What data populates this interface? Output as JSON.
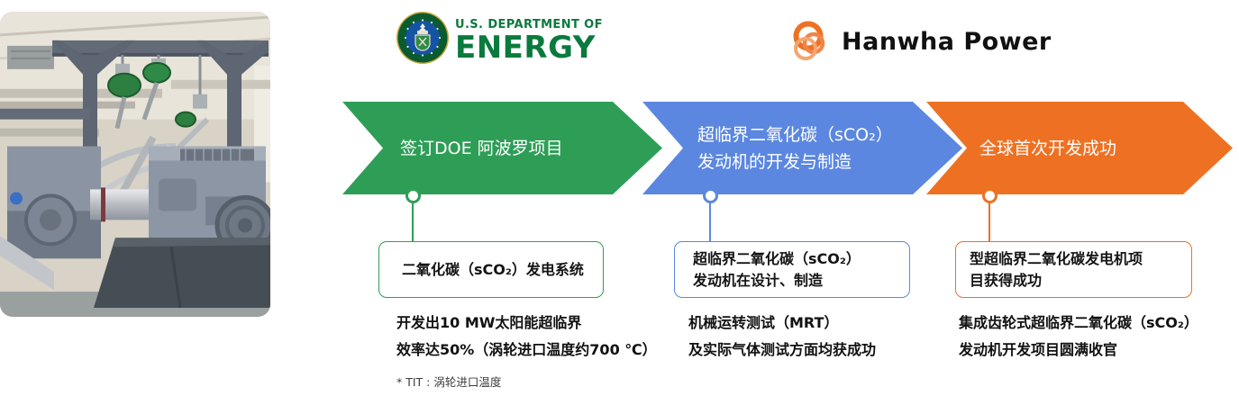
{
  "header": {
    "doe": {
      "line1": "U.S. DEPARTMENT OF",
      "line2": "ENERGY",
      "brand_color": "#0a7a3d"
    },
    "hanwha": {
      "name": "Hanwha Power",
      "brand_color": "#f37321"
    }
  },
  "timeline": {
    "steps": [
      {
        "color": "#2e9e57",
        "arrow_line1": "签订DOE 阿波罗项目",
        "arrow_line2": "",
        "box_line1": "二氧化碳（sCO₂）发电系统",
        "box_line2": "",
        "detail_line1": "开发出10 MW太阳能超临界",
        "detail_line2": "效率达50%（涡轮进口温度约700 ℃）"
      },
      {
        "color": "#5b87e0",
        "arrow_line1": "超临界二氧化碳（sCO₂）",
        "arrow_line2": "发动机的开发与制造",
        "box_line1": "超临界二氧化碳（sCO₂）",
        "box_line2": "发动机在设计、制造",
        "detail_line1": "机械运转测试（MRT）",
        "detail_line2": "及实际气体测试方面均获成功"
      },
      {
        "color": "#ee7123",
        "arrow_line1": "全球首次开发成功",
        "arrow_line2": "",
        "box_line1": "型超临界二氧化碳发电机项",
        "box_line2": "目获得成功",
        "detail_line1": "集成齿轮式超临界二氧化碳（sCO₂）",
        "detail_line2": "发动机开发项目圆满收官"
      }
    ],
    "footnote": "* TIT : 涡轮进口温度"
  }
}
